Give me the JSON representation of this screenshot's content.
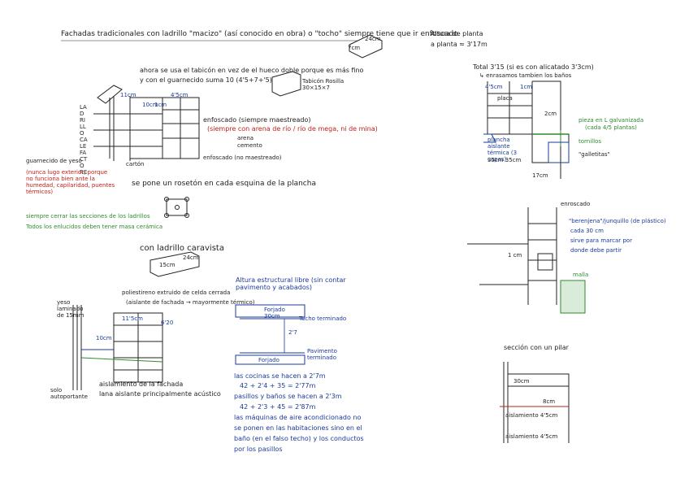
{
  "header": {
    "line1": "Fachadas tradicionales con ladrillo \"macizo\" (así conocido en obra) o \"tocho\" siempre tiene que ir enfoscado",
    "brick_small": "7cm",
    "brick_small2": "24cm"
  },
  "top_left": {
    "note1": "ahora se usa el tabicón en vez de el hueco doble porque es más fino",
    "note2": "y con el guarnecido suma 10 (4'5+7+'5)",
    "tabicon_label": "Tabicón Rosilla 30×15×7",
    "dim_11": "11cm",
    "dim_45": "4'5cm",
    "dim_10": "10cm",
    "dim_1": "1cm",
    "side_label": "LADRILLO CALEFACTORE",
    "enfoscado": "enfoscado (siempre maestreado)",
    "enfoscado_red": "(siempre con arena de río / río de mega, ni de mina)",
    "arena": "arena",
    "cemento": "cemento",
    "enfoscado_2": "enfoscado (no maestreado)",
    "carton": "cartón",
    "yeso": "guarnecido de yeso",
    "yeso_red": "(nunca lugo exterior, porque no funciona bien ante la humedad, capilaridad, puentes térmicos)",
    "roseton": "se pone un rosetón en cada esquina de la plancha",
    "green1": "siempre cerrar las secciones de los ladrillos",
    "green2": "Todos los enlucidos deben tener masa cerámica"
  },
  "left_bottom": {
    "title": "con ladrillo caravista",
    "brick_dim": "15cm",
    "brick_dim2": "24cm",
    "poliestireno": "poliestireno extruido de celda cerrada",
    "aislante_fachada": "(aislante de fachada → mayormente térmico)",
    "yeso_laminado": "yeso laminado de 15mm",
    "dim_115": "11'5cm",
    "dim_6": "6'20",
    "dim_10": "10cm",
    "aislamiento": "aislamiento de la fachada",
    "lana": "lana aislante principalmente acústico",
    "solo": "solo autoportante"
  },
  "center": {
    "altura_estructural": "Altura estructural libre (sin contar pavimento y acabados)",
    "forjado": "Forjado",
    "dim_30": "30cm",
    "techo": "Techo terminado",
    "dim_27": "2'7",
    "pavimento": "Pavimento terminado",
    "forjado2": "Forjado",
    "cocinas": "las cocinas se hacen a 2'7m",
    "sum1": "42 + 2'4 + 35 = 2'77m",
    "pasillos": "pasillos y baños se hacen a 2'3m",
    "sum2": "42 + 2'3 + 45 = 2'87m",
    "maquinas1": "las máquinas de aire acondicionado no",
    "maquinas2": "se ponen en las habitaciones sino en el",
    "maquinas3": "baño (en el falso techo) y los conductos",
    "maquinas4": "por los pasillos"
  },
  "right_top": {
    "altura": "Altura de planta",
    "altura2": "a planta ≈ 3'17m",
    "total": "Total 3'15 (si es con alicatado 3'3cm)",
    "enrasamos": "↳ enrasamos tambien los baños",
    "dim_45": "4'5cm",
    "dim_1": "1cm",
    "dim_2": "2cm",
    "placa": "placa",
    "pieza": "pieza en L galvanizada",
    "cada": "(cada 4/5 plantas)",
    "tornillos": "tornillos",
    "galletitas": "\"galletitas\"",
    "plancha": "plancha aislante térmica (3 capas)",
    "dim_35": "35cm 35cm",
    "dim_17": "17cm"
  },
  "right_middle": {
    "enroscado": "enroscado",
    "berenjena": "\"berenjena\"/junquillo (de plástico)",
    "cada30": "cada 30 cm",
    "sirve": "sirve para marcar por",
    "donde": "donde debe partir",
    "dim_1": "1 cm",
    "malla": "malla"
  },
  "right_bottom": {
    "seccion": "sección con un pilar",
    "dim_30": "30cm",
    "dim_8": "8cm",
    "aislamiento1": "aislamiento 4'5cm",
    "aislamiento2": "aislamiento 4'5cm"
  }
}
